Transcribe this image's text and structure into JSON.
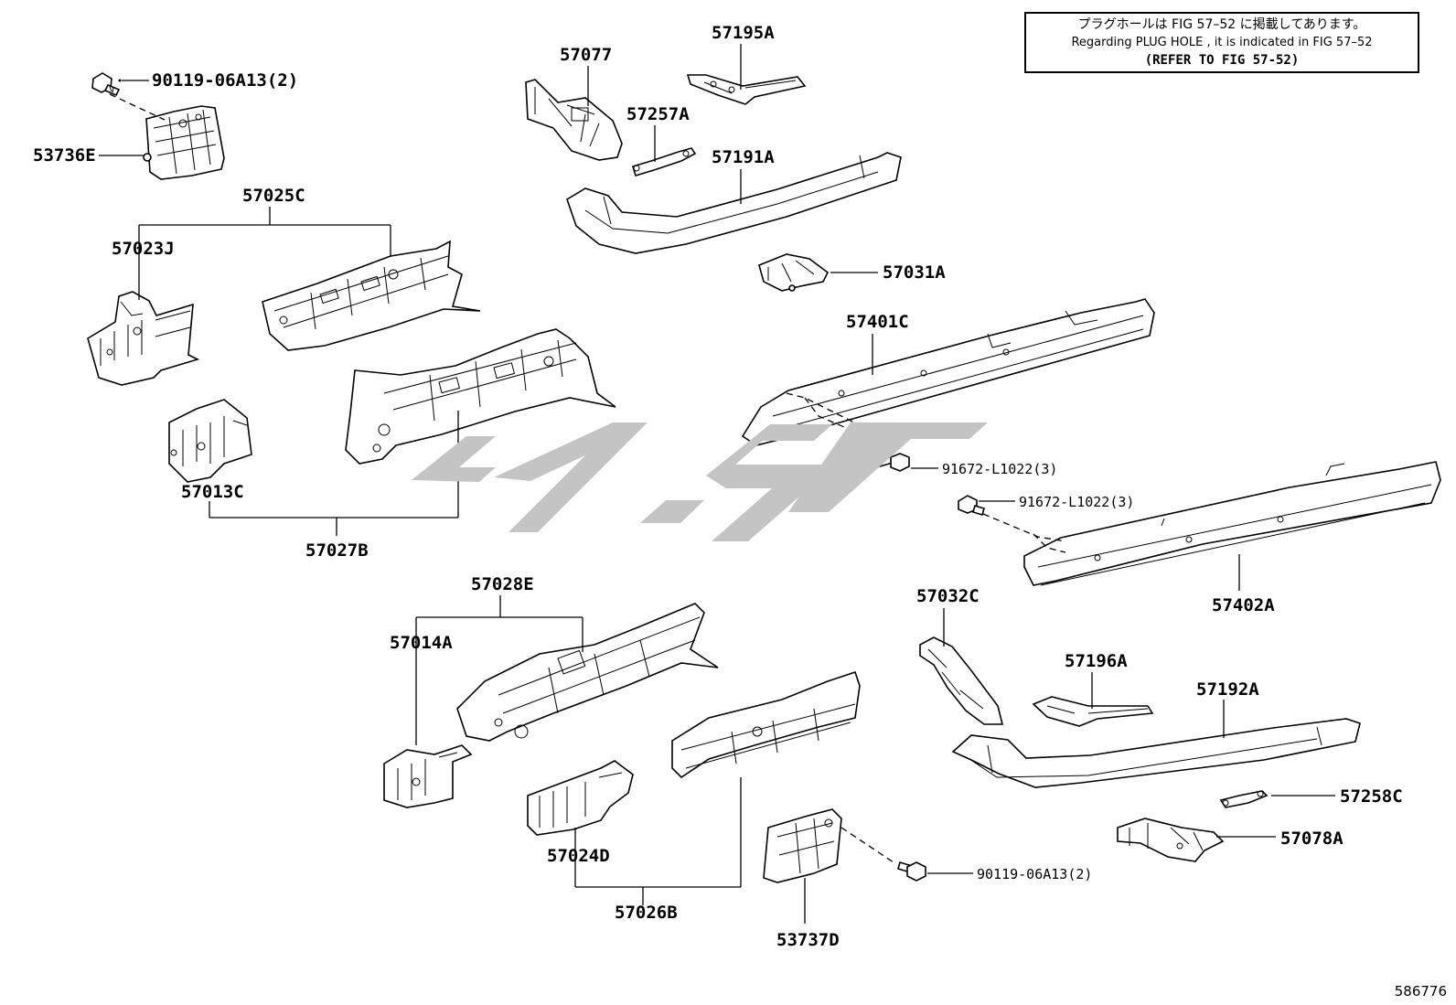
{
  "note": {
    "line1": "プラグホールは FIG 57–52 に掲載してあります。",
    "line2": "Regarding PLUG HOLE , it is indicated in FIG 57–52",
    "line3": "(REFER TO FIG 57-52)"
  },
  "labels": {
    "p90119_top": "90119-06A13(2)",
    "p53736E": "53736E",
    "p57025C": "57025C",
    "p57023J": "57023J",
    "p57013C": "57013C",
    "p57027B": "57027B",
    "p57077": "57077",
    "p57195A": "57195A",
    "p57257A": "57257A",
    "p57191A": "57191A",
    "p57031A": "57031A",
    "p57401C": "57401C",
    "p91672_a": "91672-L1022(3)",
    "p91672_b": "91672-L1022(3)",
    "p57402A": "57402A",
    "p57028E": "57028E",
    "p57014A": "57014A",
    "p57024D": "57024D",
    "p57026B": "57026B",
    "p57032C": "57032C",
    "p57196A": "57196A",
    "p57192A": "57192A",
    "p57258C": "57258C",
    "p57078A": "57078A",
    "p90119_bottom": "90119-06A13(2)",
    "p53737D": "53737D"
  },
  "figure_id": "586776"
}
